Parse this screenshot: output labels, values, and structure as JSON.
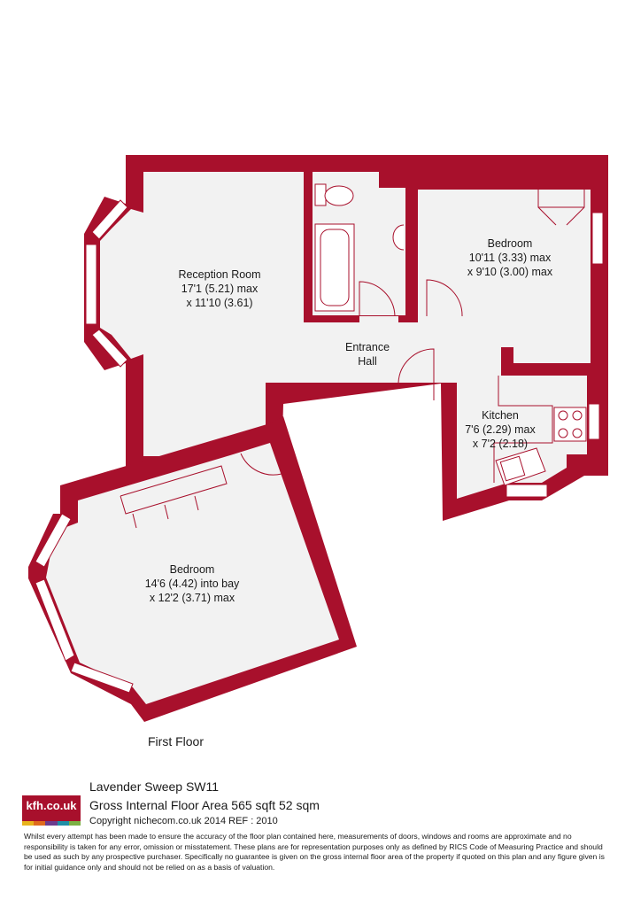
{
  "rooms": {
    "reception": {
      "name": "Reception Room",
      "dim1": "17'1 (5.21) max",
      "dim2": "x 11'10 (3.61)"
    },
    "bedroom_upper": {
      "name": "Bedroom",
      "dim1": "10'11 (3.33) max",
      "dim2": "x 9'10 (3.00) max"
    },
    "entrance": {
      "name": "Entrance",
      "name2": "Hall"
    },
    "kitchen": {
      "name": "Kitchen",
      "dim1": "7'6 (2.29) max",
      "dim2": "x 7'2 (2.18)"
    },
    "bedroom_lower": {
      "name": "Bedroom",
      "dim1": "14'6 (4.42) into bay",
      "dim2": "x 12'2 (3.71) max"
    }
  },
  "floor_label": "First Floor",
  "footer": {
    "logo_text": "kfh.co.uk",
    "address": "Lavender Sweep SW11",
    "area": "Gross Internal Floor Area 565 sqft 52 sqm",
    "copyright": "Copyright nichecom.co.uk 2014 REF : 2010",
    "disclaimer": "Whilst every attempt has been made to ensure the accuracy of the floor plan contained here, measurements of doors, windows and rooms are approximate and no responsibility is taken for any error, omission or misstatement. These plans are for representation purposes only as defined by RICS Code of Measuring Practice and should be used as such by any prospective purchaser. Specifically no guarantee is given on the gross internal floor area of the property if quoted on this plan and any figure given is for initial guidance only and should not be relied on as a basis of valuation."
  },
  "colors": {
    "wall": "#a8102c",
    "floor": "#f2f2f2",
    "logo_bar": [
      "#e8b31c",
      "#e06b1d",
      "#6b3c8f",
      "#1f8fa6",
      "#7bb043"
    ]
  }
}
